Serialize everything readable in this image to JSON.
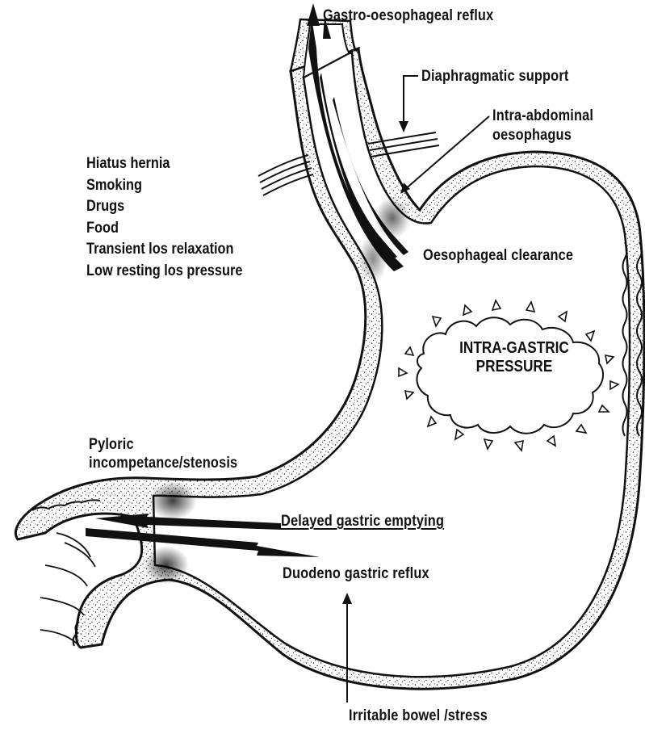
{
  "diagram": {
    "labels": {
      "gastro_reflux": "Gastro-oesophageal reflux",
      "diaphragmatic_support": "Diaphragmatic support",
      "intra_abdominal_line1": "Intra-abdominal",
      "intra_abdominal_line2": "oesophagus",
      "oesophageal_clearance": "Oesophageal clearance",
      "intra_gastric_line1": "INTRA-GASTRIC",
      "intra_gastric_line2": "PRESSURE",
      "pyloric_line1": "Pyloric",
      "pyloric_line2": "incompetance/stenosis",
      "delayed_emptying": "Delayed gastric emptying",
      "duodeno_reflux": "Duodeno gastric reflux",
      "irritable_bowel": "Irritable bowel /stress"
    },
    "factors": [
      "Hiatus hernia",
      "Smoking",
      "Drugs",
      "Food",
      "Transient los relaxation",
      "Low resting los pressure"
    ]
  }
}
